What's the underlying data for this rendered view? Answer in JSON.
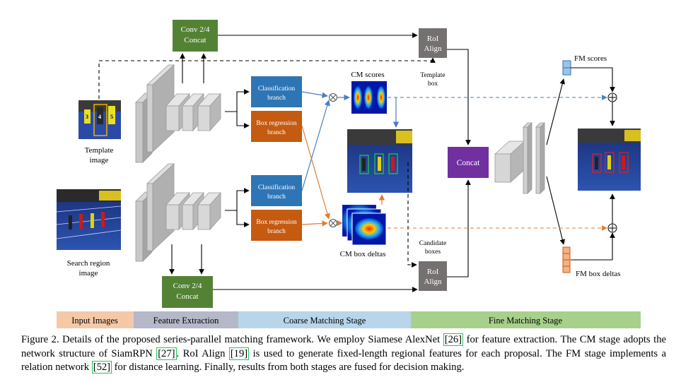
{
  "figure": {
    "conv_top_label": [
      "Conv 2/4",
      "Concat"
    ],
    "conv_bottom_label": [
      "Conv 2/4",
      "Concat"
    ],
    "roi_top_label": [
      "RoI",
      "Align"
    ],
    "roi_bottom_label": [
      "RoI",
      "Align"
    ],
    "template_box_label": [
      "Template",
      "box"
    ],
    "candidate_boxes_label": [
      "Candidate",
      "boxes"
    ],
    "template_image_label": [
      "Template",
      "image"
    ],
    "search_image_label": [
      "Search region",
      "image"
    ],
    "cls_branch_top": [
      "Classification",
      "branch"
    ],
    "box_branch_top": [
      "Box regression",
      "branch"
    ],
    "cls_branch_bottom": [
      "Classification",
      "branch"
    ],
    "box_branch_bottom": [
      "Box regression",
      "branch"
    ],
    "cm_scores_label": "CM scores",
    "cm_box_deltas_label": "CM box deltas",
    "concat_label": "Concat",
    "fm_scores_label": "FM scores",
    "fm_box_deltas_label": "FM box deltas",
    "bib_numbers": [
      "3",
      "4",
      "5"
    ]
  },
  "stages": [
    {
      "label": "Input Images",
      "color": "#f5c9a8"
    },
    {
      "label": "Feature Extraction",
      "color": "#b4b8c9"
    },
    {
      "label": "Coarse Matching Stage",
      "color": "#b9d5ea"
    },
    {
      "label": "Fine Matching Stage",
      "color": "#a8d08d"
    }
  ],
  "colors": {
    "green_box": "#548235",
    "gray_box": "#767171",
    "blue_branch": "#2e75b6",
    "orange_branch": "#c55a11",
    "purple_concat": "#7030a0",
    "blue_arrow": "#4a7ebb",
    "orange_arrow": "#e07b39"
  },
  "caption": {
    "p1": "Figure 2. Details of the proposed series-parallel matching framework. We employ Siamese AlexNet ",
    "r1": "[26]",
    "p2": " for feature extraction. The CM stage adopts the network structure of SiamRPN ",
    "r2": "[27]",
    "p3": ". RoI Align ",
    "r3": "[19]",
    "p4": " is used to generate fixed-length regional features for each proposal. The FM stage implements a relation network ",
    "r4": "[52]",
    "p5": " for distance learning. Finally, results from both stages are fused for decision making."
  }
}
